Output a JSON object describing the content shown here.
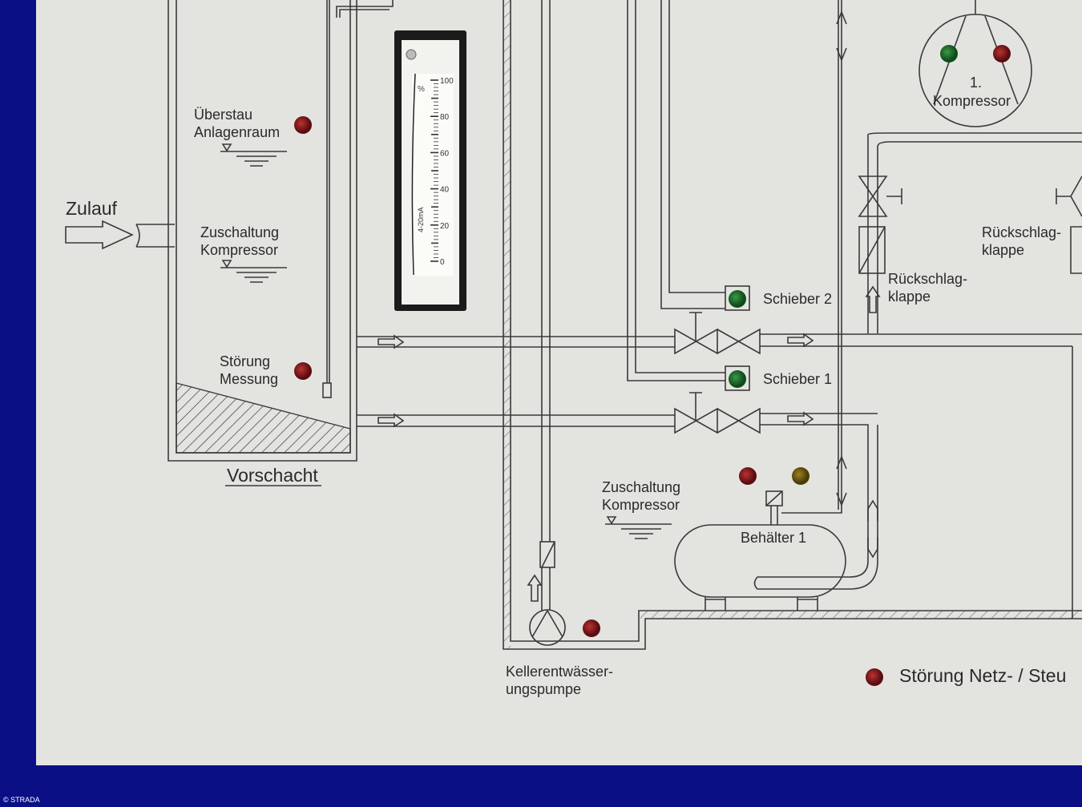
{
  "labels": {
    "zulauf": "Zulauf",
    "ueberstau_1": "Überstau",
    "ueberstau_2": "Anlagenraum",
    "zuschaltung_1": "Zuschaltung",
    "zuschaltung_2": "Kompressor",
    "stoerung_1": "Störung",
    "stoerung_2": "Messung",
    "vorschacht": "Vorschacht",
    "schieber_2": "Schieber 2",
    "schieber_1": "Schieber 1",
    "kompressor_1": "1.",
    "kompressor_2": "Kompressor",
    "rueckschlag_a1": "Rückschlag-",
    "rueckschlag_a2": "klappe",
    "rueckschlag_b1": "Rückschlag-",
    "rueckschlag_b2": "klappe",
    "zuschaltung_k1": "Zuschaltung",
    "zuschaltung_k2": "Kompressor",
    "behaelter": "Behälter 1",
    "keller_1": "Kellerentwässer-",
    "keller_2": "ungspumpe",
    "stoerung_netz": "Störung Netz- / Steu"
  },
  "gauge": {
    "unit": "%",
    "ticks": [
      "100",
      "80",
      "60",
      "40",
      "20",
      "0"
    ],
    "range_label": "4-20mA",
    "value_percent": 0
  },
  "colors": {
    "led_red": "#7a1518",
    "led_green": "#1f6a2a",
    "led_yellow": "#6b5a10"
  },
  "copyright": "© STRADA"
}
